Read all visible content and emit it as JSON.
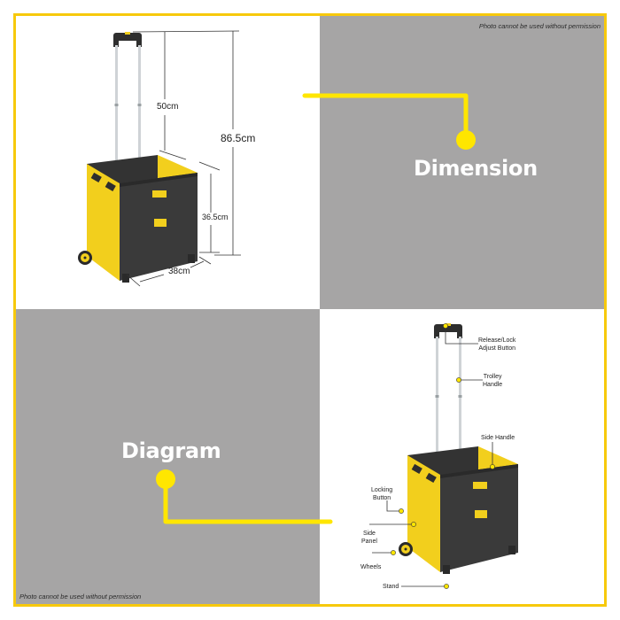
{
  "watermark": "Photo cannot be used without permission",
  "sections": {
    "dimension": {
      "title": "Dimension"
    },
    "diagram": {
      "title": "Diagram"
    }
  },
  "dimensions": {
    "handle_extension": "50cm",
    "total_height": "86.5cm",
    "box_height": "36.5cm",
    "box_width": "38cm"
  },
  "parts": {
    "release_lock": "Release/Lock\nAdjust Button",
    "release_lock_line1": "Release/Lock",
    "release_lock_line2": "Adjust Button",
    "trolley_handle_line1": "Trolley",
    "trolley_handle_line2": "Handle",
    "side_handle": "Side Handle",
    "locking_button_line1": "Locking",
    "locking_button_line2": "Button",
    "side_panel_line1": "Side",
    "side_panel_line2": "Panel",
    "wheels": "Wheels",
    "stand": "Stand"
  },
  "colors": {
    "accent_yellow": "#f7c90c",
    "connector_yellow": "#ffe600",
    "panel_gray": "#a6a5a5",
    "cart_black": "#3a3a3a",
    "cart_yellow": "#f2cf1d"
  }
}
